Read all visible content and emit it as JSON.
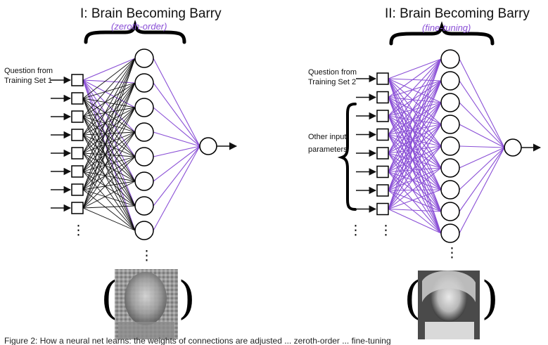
{
  "colors": {
    "accent": "#8a4fd6",
    "line_black": "#111111",
    "line_purple": "#8a4fd6"
  },
  "left_panel": {
    "title": "I:  Brain Becoming Barry",
    "subtitle": "(zeroth-order)",
    "input_label_lines": [
      "Question from",
      "Training Set 1"
    ],
    "input_count": 8,
    "hidden_count": 8,
    "ellipsis": "⋮",
    "photo": "grayscale pixelated portrait"
  },
  "right_panel": {
    "title": "II:  Brain Becoming Barry",
    "subtitle": "(fine-tuning)",
    "input_label_lines": [
      "Question from",
      "Training Set 2"
    ],
    "other_label_lines": [
      "Other input",
      "parameters"
    ],
    "input_count": 8,
    "hidden_count": 9,
    "ellipsis": "⋮",
    "photo": "grayscale portrait"
  },
  "caption": "Figure 2: How a neural net learns: the weights of connections are adjusted ... zeroth-order ... fine-tuning"
}
